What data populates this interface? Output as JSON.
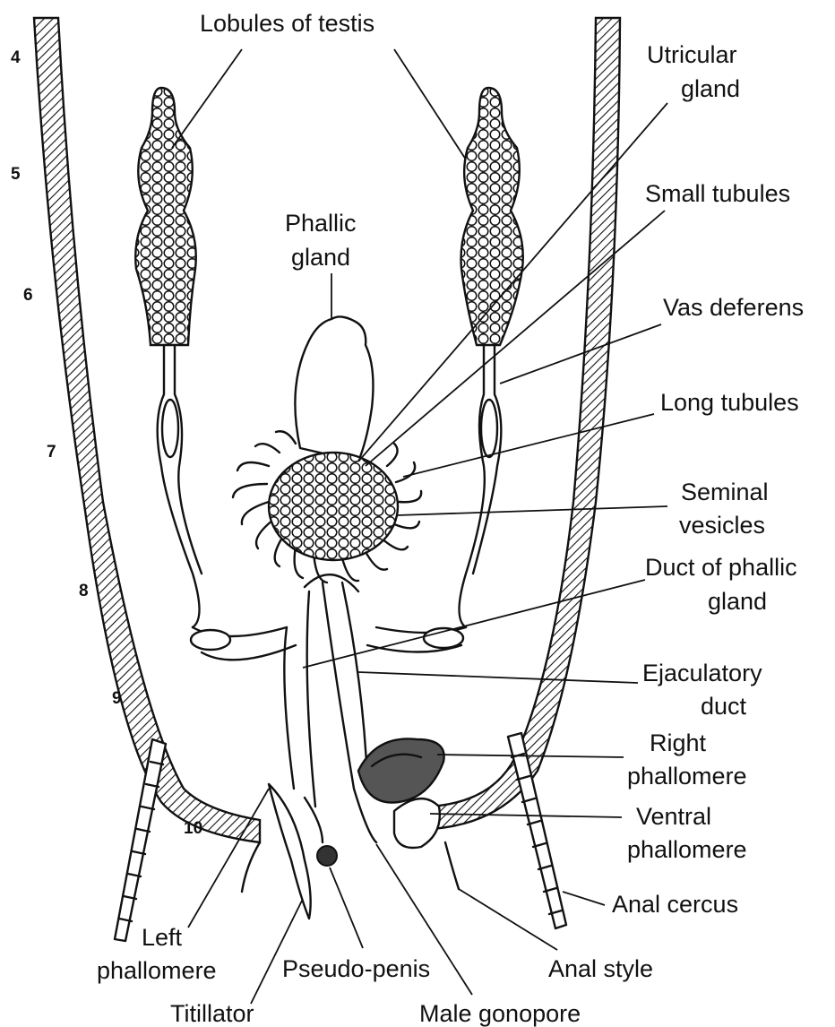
{
  "labels": {
    "lobules_of_testis": "Lobules of testis",
    "utricular_gland_1": "Utricular",
    "utricular_gland_2": "gland",
    "small_tubules": "Small tubules",
    "phallic_gland_1": "Phallic",
    "phallic_gland_2": "gland",
    "vas_deferens": "Vas deferens",
    "long_tubules": "Long tubules",
    "seminal_vesicles_1": "Seminal",
    "seminal_vesicles_2": "vesicles",
    "duct_of_phallic_gland_1": "Duct of phallic",
    "duct_of_phallic_gland_2": "gland",
    "ejaculatory_duct_1": "Ejaculatory",
    "ejaculatory_duct_2": "duct",
    "right_phallomere_1": "Right",
    "right_phallomere_2": "phallomere",
    "ventral_phallomere_1": "Ventral",
    "ventral_phallomere_2": "phallomere",
    "anal_cercus": "Anal cercus",
    "anal_style": "Anal style",
    "left_phallomere_1": "Left",
    "left_phallomere_2": "phallomere",
    "pseudo_penis": "Pseudo-penis",
    "titillator": "Titillator",
    "male_gonopore": "Male gonopore"
  },
  "segments": [
    "4",
    "5",
    "6",
    "7",
    "8",
    "9",
    "10"
  ]
}
